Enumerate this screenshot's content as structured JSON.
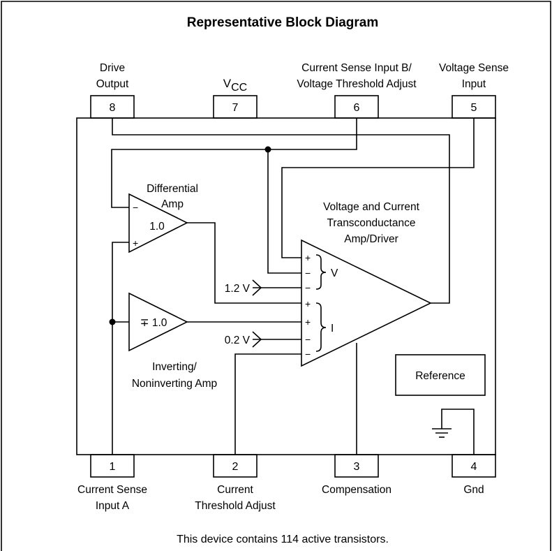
{
  "title": "Representative Block Diagram",
  "footer": "This device contains 114 active transistors.",
  "pins": {
    "p1": {
      "number": "1",
      "label_line1": "Current Sense",
      "label_line2": "Input A"
    },
    "p2": {
      "number": "2",
      "label_line1": "Current",
      "label_line2": "Threshold Adjust"
    },
    "p3": {
      "number": "3",
      "label_line1": "Compensation"
    },
    "p4": {
      "number": "4",
      "label_line1": "Gnd"
    },
    "p5": {
      "number": "5",
      "label_line1": "Voltage Sense",
      "label_line2": "Input"
    },
    "p6": {
      "number": "6",
      "label_line1": "Current Sense Input B/",
      "label_line2": "Voltage Threshold Adjust"
    },
    "p7": {
      "number": "7",
      "label_main": "V",
      "label_sub": "CC"
    },
    "p8": {
      "number": "8",
      "label_line1": "Drive",
      "label_line2": "Output"
    }
  },
  "blocks": {
    "diff_amp": {
      "name_line1": "Differential",
      "name_line2": "Amp",
      "gain": "1.0",
      "minus": "−",
      "plus": "+"
    },
    "inv_amp": {
      "name_line1": "Inverting/",
      "name_line2": "Noninverting Amp",
      "gain": "∓ 1.0"
    },
    "main_amp": {
      "name_line1": "Voltage and Current",
      "name_line2": "Transconductance",
      "name_line3": "Amp/Driver",
      "inputs": [
        "+",
        "−",
        "−",
        "+",
        "+",
        "−",
        "−"
      ],
      "v_group": "V",
      "i_group": "I"
    },
    "reference": {
      "label": "Reference"
    },
    "ref_1v2": {
      "label": "1.2 V"
    },
    "ref_0v2": {
      "label": "0.2 V"
    }
  },
  "icons": {
    "ground": "ground-icon"
  }
}
